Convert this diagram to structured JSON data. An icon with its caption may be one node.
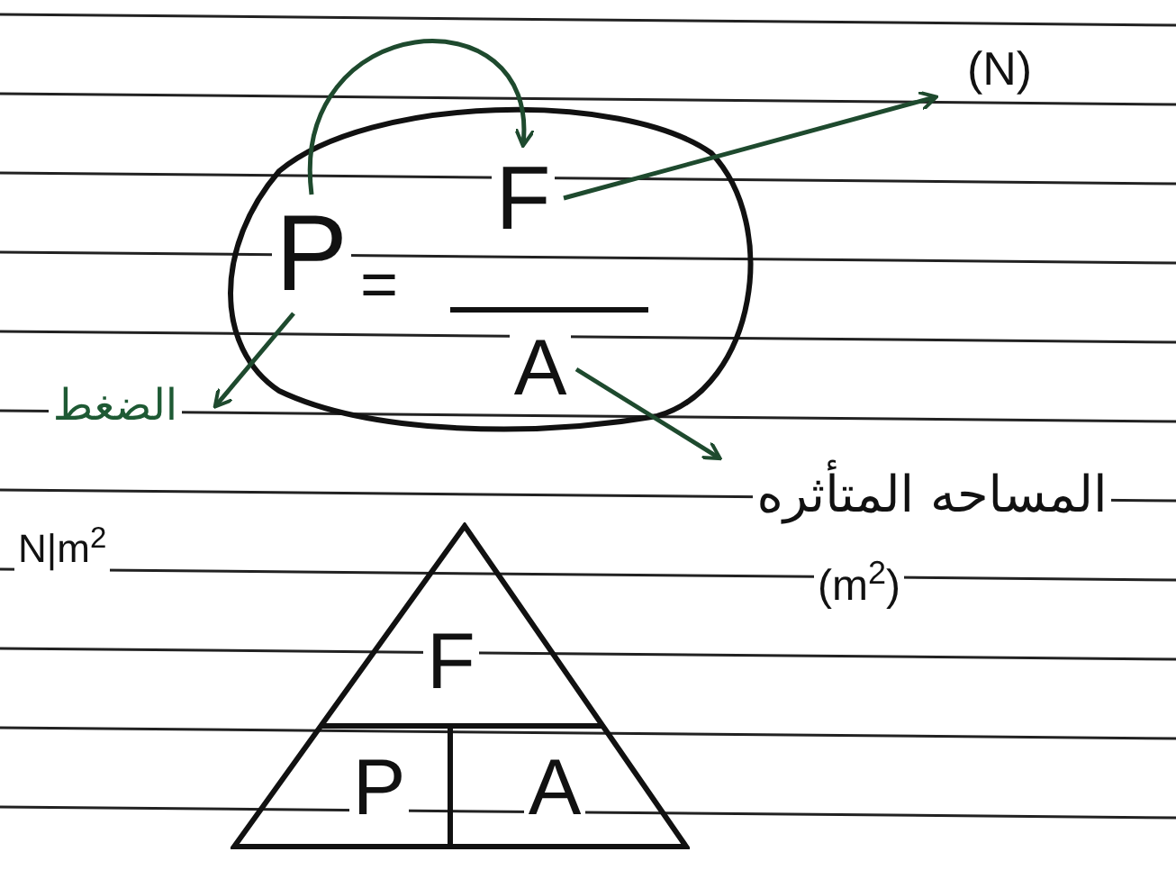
{
  "diagram": {
    "nodes": [
      {
        "text": [],
        "shape": "cloud"
      },
      {
        "text": [
          "P"
        ],
        "in": 0
      },
      {
        "text": [
          "F"
        ],
        "in": 0
      },
      {
        "text": [
          "A"
        ],
        "in": 0
      },
      {
        "text": [
          "الضغط"
        ]
      },
      {
        "text": [
          "(N)"
        ]
      },
      {
        "text": [
          "المساحه المتأثره"
        ]
      },
      {
        "text": [],
        "shape": "triangle"
      },
      {
        "text": [
          "F"
        ],
        "in": 7
      },
      {
        "text": [
          "P"
        ],
        "in": 7
      },
      {
        "text": [
          "A"
        ],
        "in": 7
      }
    ],
    "edges": [
      {
        "from": 1,
        "to": 2,
        "arrow": "to"
      },
      {
        "from": 2,
        "to": 5,
        "arrow": "to"
      },
      {
        "from": 3,
        "to": 6,
        "arrow": "to"
      },
      {
        "from": 1,
        "to": 4,
        "arrow": "to"
      }
    ],
    "labels": [
      "=",
      "N|m$^{2}$",
      "(m$^{2}$)"
    ]
  }
}
